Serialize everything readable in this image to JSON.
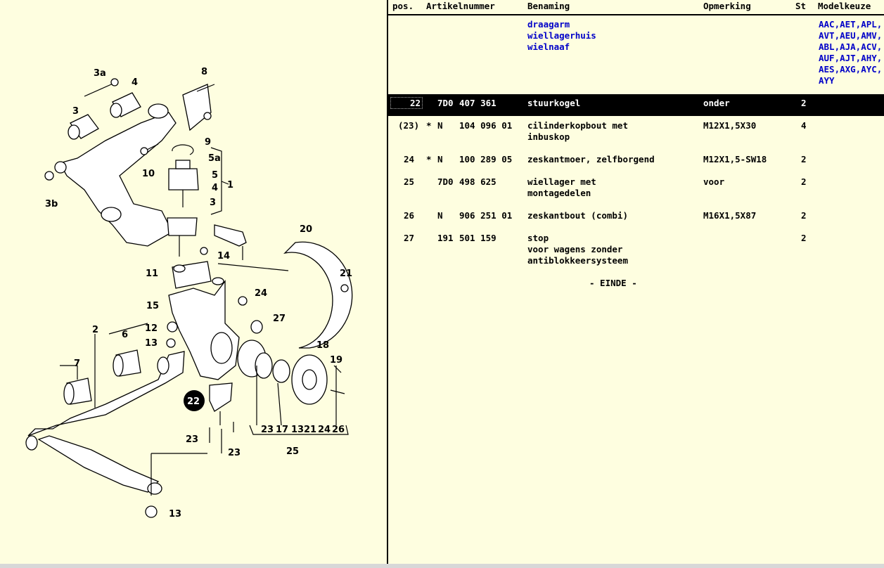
{
  "columns": {
    "pos": "pos.",
    "artikelnummer": "Artikelnummer",
    "benaming": "Benaming",
    "opmerking": "Opmerking",
    "st": "St",
    "modelkeuze": "Modelkeuze"
  },
  "group_header": {
    "lines": [
      "draagarm",
      "wiellagerhuis",
      "wielnaaf"
    ],
    "models": [
      "AAC,AET,APL,",
      "AVT,AEU,AMV,",
      "ABL,AJA,ACV,",
      "AUF,AJT,AHY,",
      "AES,AXG,AYC,",
      "AYY"
    ]
  },
  "rows": [
    {
      "pos": "22",
      "star": "",
      "prefix": "7D0",
      "number": "407 361",
      "desc1": "stuurkogel",
      "desc2": "",
      "remark": "onder",
      "qty": "2",
      "selected": true
    },
    {
      "pos": "(23)",
      "star": "*",
      "prefix": "N",
      "number": "104 096 01",
      "desc1": "cilinderkopbout met",
      "desc2": "inbuskop",
      "remark": "M12X1,5X30",
      "qty": "4"
    },
    {
      "pos": "24",
      "star": "*",
      "prefix": "N",
      "number": "100 289 05",
      "desc1": "zeskantmoer, zelfborgend",
      "desc2": "",
      "remark": "M12X1,5-SW18",
      "qty": "2"
    },
    {
      "pos": "25",
      "star": "",
      "prefix": "7D0",
      "number": "498 625",
      "desc1": "wiellager met",
      "desc2": "montagedelen",
      "remark": "voor",
      "qty": "2"
    },
    {
      "pos": "26",
      "star": "",
      "prefix": "N",
      "number": "906 251 01",
      "desc1": "zeskantbout (combi)",
      "desc2": "",
      "remark": "M16X1,5X87",
      "qty": "2"
    },
    {
      "pos": "27",
      "star": "",
      "prefix": "191",
      "number": "501 159",
      "desc1": "stop",
      "desc2": "voor wagens zonder",
      "desc3": "antiblokkeersysteem",
      "remark": "",
      "qty": "2"
    }
  ],
  "end_text": "- EINDE -",
  "diagram": {
    "callouts": [
      "3a",
      "4",
      "8",
      "3",
      "9",
      "5a",
      "10",
      "5",
      "4",
      "1",
      "3b",
      "3",
      "20",
      "14",
      "21",
      "11",
      "24",
      "15",
      "27",
      "2",
      "6",
      "12",
      "13",
      "18",
      "7",
      "19",
      "22",
      "23",
      "17",
      "13",
      "21",
      "24",
      "26",
      "23",
      "23",
      "25",
      "13"
    ],
    "highlighted": "22"
  },
  "colors": {
    "background": "#fefee0",
    "selected_row": "#000000",
    "link_text": "#0000c8"
  }
}
